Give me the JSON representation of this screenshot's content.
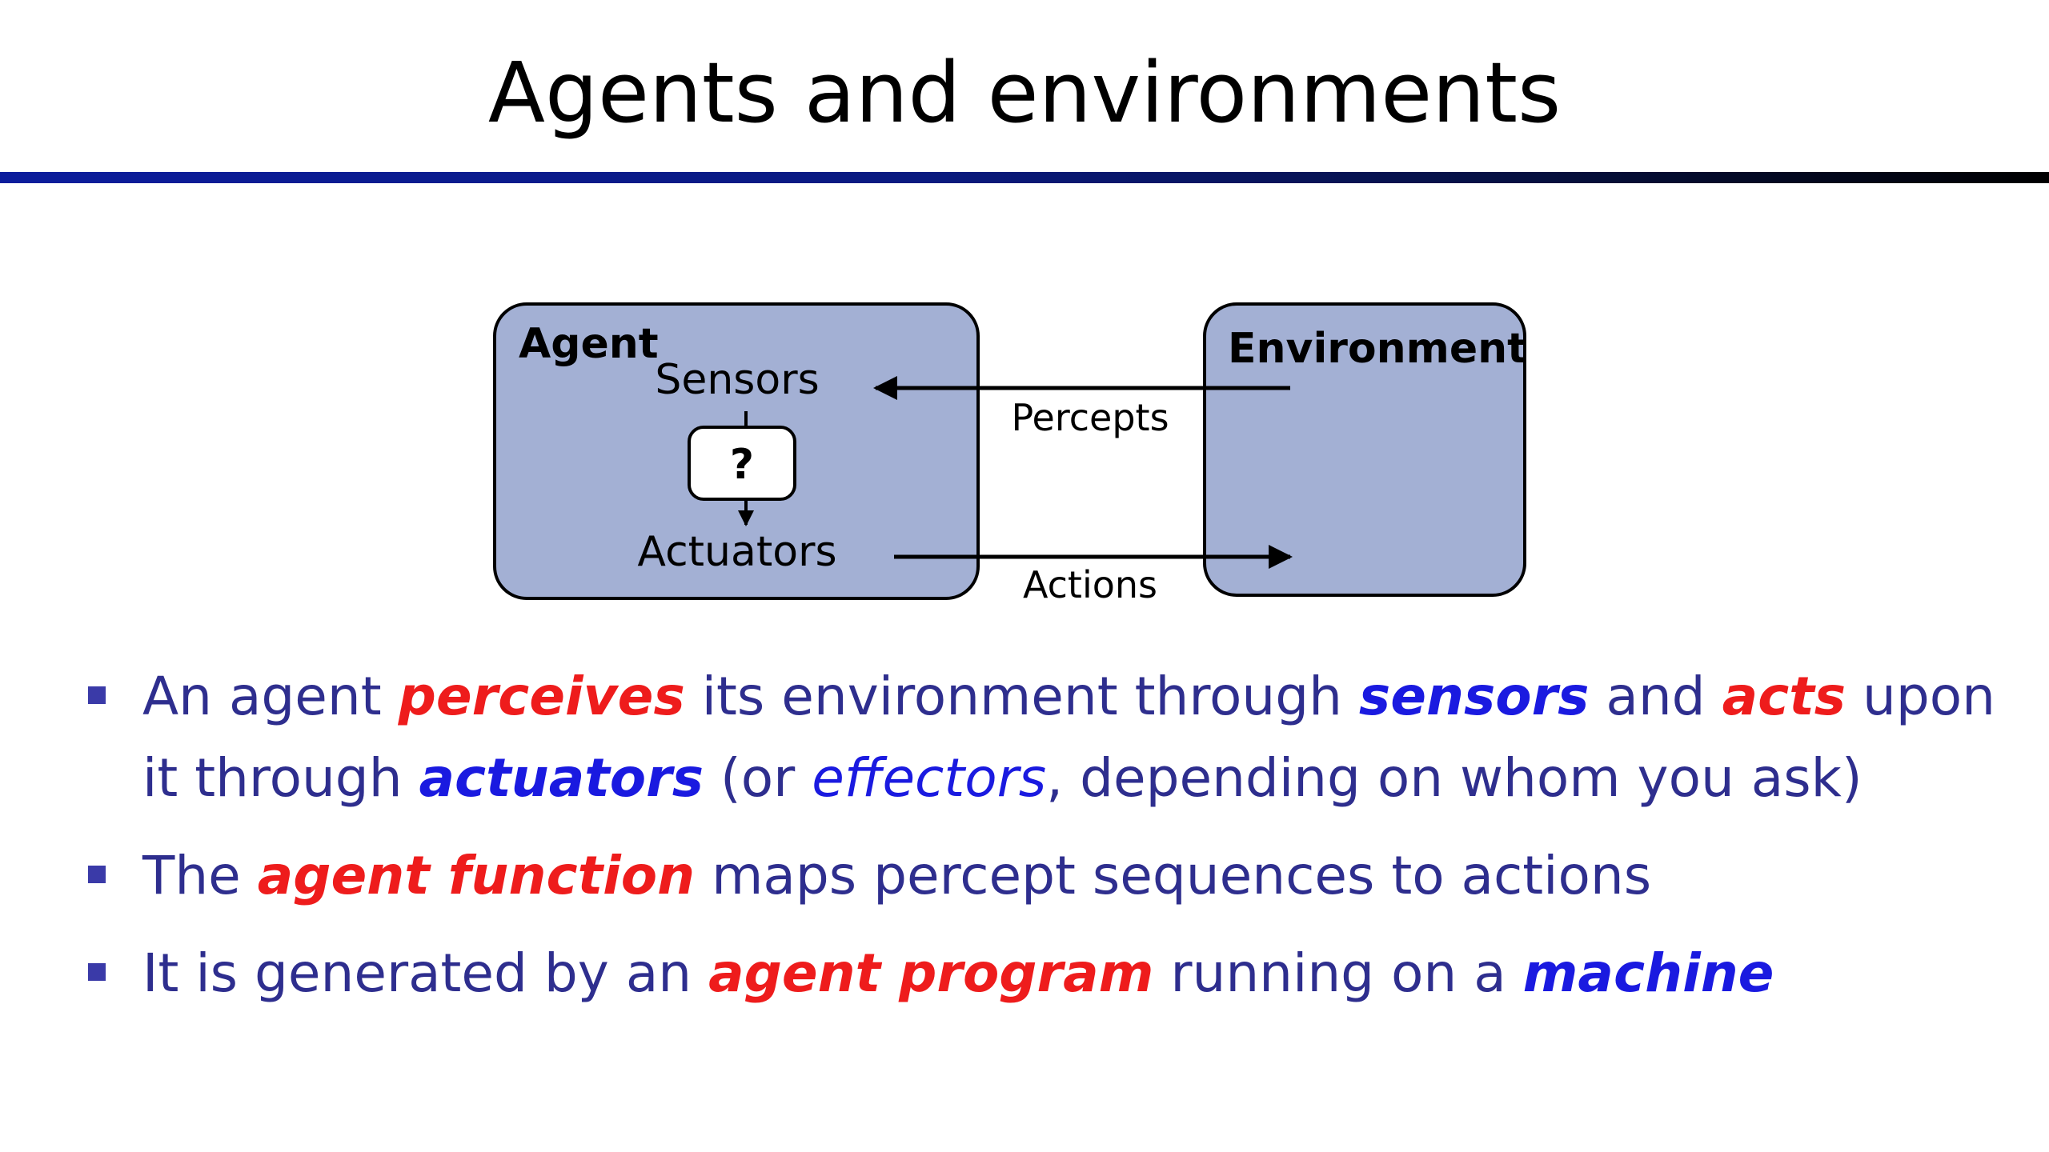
{
  "slide": {
    "title": "Agents and environments"
  },
  "diagram": {
    "agent_label": "Agent",
    "environment_label": "Environment",
    "sensors_label": "Sensors",
    "actuators_label": "Actuators",
    "function_symbol": "?",
    "percepts_label": "Percepts",
    "actions_label": "Actions",
    "box_fill": "#a3b0d4"
  },
  "bullets": [
    {
      "parts": [
        {
          "text": "An agent ",
          "style": "plain"
        },
        {
          "text": "perceives",
          "style": "red"
        },
        {
          "text": " its environment through ",
          "style": "plain"
        },
        {
          "text": "sensors",
          "style": "blue"
        },
        {
          "text": " and ",
          "style": "plain"
        },
        {
          "text": "acts",
          "style": "red"
        },
        {
          "text": " upon it through ",
          "style": "plain"
        },
        {
          "text": "actuators",
          "style": "blue"
        },
        {
          "text": " (or ",
          "style": "plain"
        },
        {
          "text": "effectors",
          "style": "blue-italic"
        },
        {
          "text": ", depending on whom you ask)",
          "style": "plain"
        }
      ]
    },
    {
      "parts": [
        {
          "text": "The ",
          "style": "plain"
        },
        {
          "text": "agent function",
          "style": "red"
        },
        {
          "text": " maps percept sequences to actions",
          "style": "plain"
        }
      ]
    },
    {
      "parts": [
        {
          "text": "It is generated by an ",
          "style": "plain"
        },
        {
          "text": "agent program",
          "style": "red"
        },
        {
          "text": " running on a ",
          "style": "plain"
        },
        {
          "text": "machine",
          "style": "blue"
        }
      ]
    }
  ],
  "colors": {
    "body_text": "#2e2e8e",
    "emphasis_red": "#ee1c1c",
    "emphasis_blue": "#1a1ae0",
    "rule_start": "#0c1d9c",
    "rule_end": "#000000"
  }
}
